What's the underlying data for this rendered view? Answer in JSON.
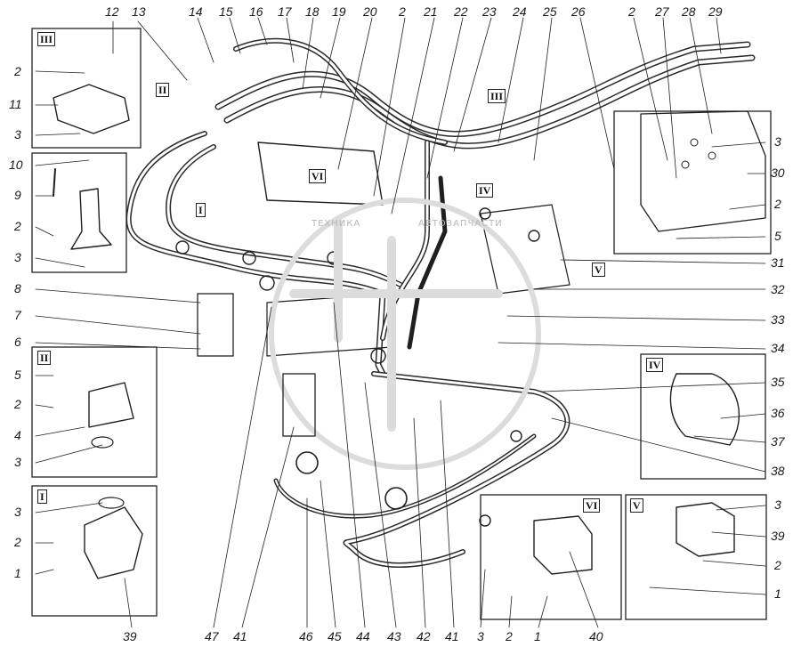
{
  "watermark": {
    "text_left": "ТЕХНИКА",
    "text_right": "АВТОЗАПЧАСТИ"
  },
  "top_labels": [
    "12",
    "13",
    "14",
    "15",
    "16",
    "17",
    "18",
    "19",
    "20",
    "2",
    "21",
    "22",
    "23",
    "24",
    "25",
    "26",
    "2",
    "27",
    "28",
    "29"
  ],
  "left_labels": [
    "2",
    "11",
    "3",
    "10",
    "9",
    "2",
    "3",
    "8",
    "7",
    "6",
    "5",
    "2",
    "4",
    "3",
    "3",
    "2",
    "1"
  ],
  "right_labels": [
    "3",
    "30",
    "2",
    "5",
    "31",
    "32",
    "33",
    "34",
    "35",
    "36",
    "37",
    "38",
    "3",
    "39",
    "2",
    "1"
  ],
  "bottom_labels": [
    "39",
    "47",
    "41",
    "46",
    "45",
    "44",
    "43",
    "42",
    "41",
    "3",
    "2",
    "1",
    "40"
  ],
  "view_tags": {
    "III": "III",
    "II": "II",
    "I": "I",
    "IV": "IV",
    "V": "V",
    "VI": "VI"
  }
}
